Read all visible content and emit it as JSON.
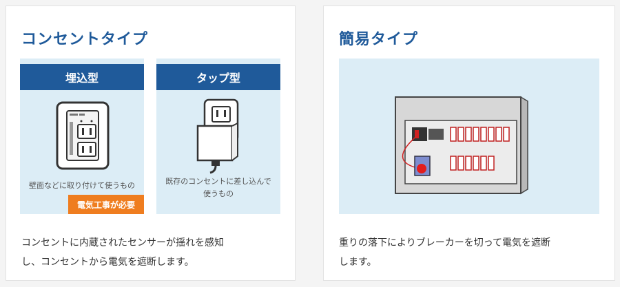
{
  "outlet_card": {
    "title": "コンセントタイプ",
    "embedded": {
      "heading": "埋込型",
      "caption": "壁面などに取り付けて使うもの",
      "badge": "電気工事が必要"
    },
    "tap": {
      "heading": "タップ型",
      "caption_line1": "既存のコンセントに差し込んで",
      "caption_line2": "使うもの"
    },
    "description_line1": "コンセントに内蔵されたセンサーが揺れを感知",
    "description_line2": "し、コンセントから電気を遮断します。"
  },
  "simple_card": {
    "title": "簡易タイプ",
    "description_line1": "重りの落下によりブレーカーを切って電気を遮断",
    "description_line2": "します。"
  },
  "colors": {
    "brand_blue": "#1f5a9a",
    "panel_bg": "#dcedf6",
    "badge_orange": "#ef7d1f"
  }
}
